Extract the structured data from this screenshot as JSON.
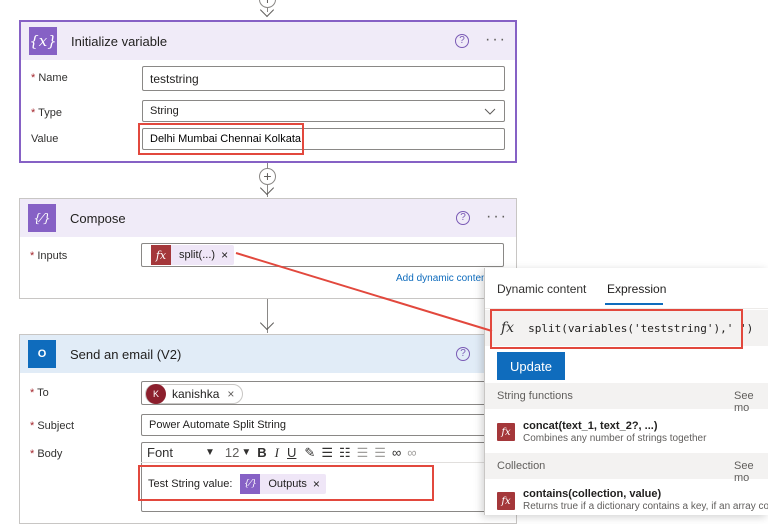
{
  "init_card": {
    "title": "Initialize variable",
    "icon": "{x}",
    "name_label": "Name",
    "type_label": "Type",
    "value_label": "Value",
    "name_value": "teststring",
    "type_value": "String",
    "value_value": "Delhi Mumbai Chennai Kolkata",
    "accent": "#8661c5"
  },
  "compose_card": {
    "title": "Compose",
    "inputs_label": "Inputs",
    "token_label": "split(...)",
    "add_dynamic": "Add dynamic content",
    "accent": "#8661c5"
  },
  "email_card": {
    "title": "Send an email (V2)",
    "to_label": "To",
    "subject_label": "Subject",
    "body_label": "Body",
    "to_initial": "K",
    "to_name": "kanishka",
    "subject_value": "Power Automate Split String",
    "font_label": "Font",
    "font_size": "12",
    "body_text": "Test String value:",
    "body_token": "Outputs",
    "accent": "#0f6cbd"
  },
  "panel": {
    "tab_dynamic": "Dynamic content",
    "tab_expression": "Expression",
    "expression": "split(variables('teststring'),' ')",
    "update_label": "Update",
    "string_functions": "String functions",
    "see_more": "See mo",
    "collection": "Collection",
    "fn1_name": "concat(text_1, text_2?, ...)",
    "fn1_desc": "Combines any number of strings together",
    "fn2_name": "contains(collection, value)",
    "fn2_desc": "Returns true if a dictionary contains a key, if an array co"
  },
  "colors": {
    "highlight": "#e2483d",
    "function": "#a4373a",
    "update_button": "#0f6cbd"
  }
}
